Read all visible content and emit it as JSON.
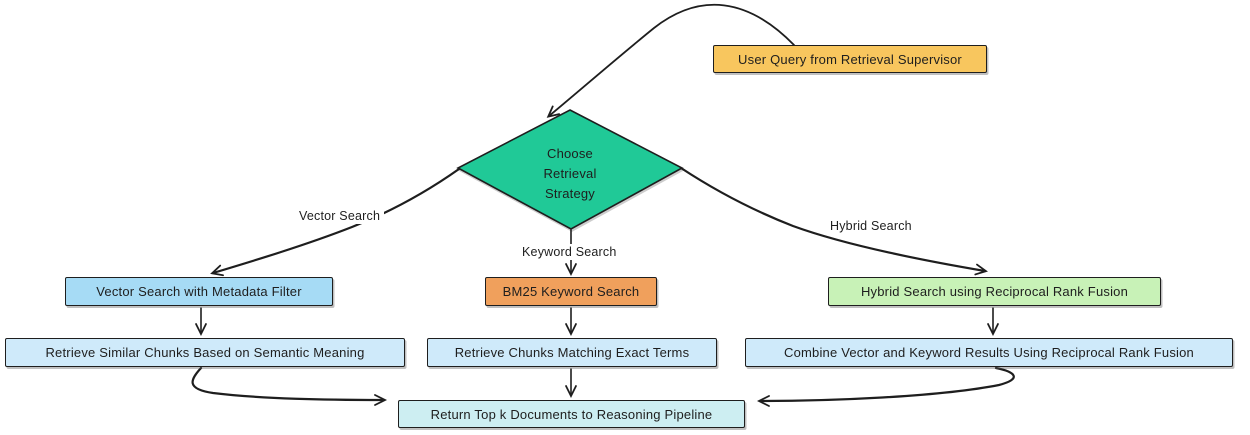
{
  "diagram": {
    "background": "#ffffff",
    "stroke_color": "#1e1e1e",
    "nodes": {
      "user_query": {
        "label": "User Query from Retrieval Supervisor",
        "fill": "#f8c65e"
      },
      "decision": {
        "label": "Choose Retrieval Strategy",
        "fill": "#20c997"
      },
      "vector_search": {
        "label": "Vector Search with Metadata Filter",
        "fill": "#a6dbf5"
      },
      "bm25": {
        "label": "BM25 Keyword Search",
        "fill": "#f0a05c"
      },
      "hybrid": {
        "label": "Hybrid Search using Reciprocal Rank Fusion",
        "fill": "#c8f2b7"
      },
      "retrieve_semantic": {
        "label": "Retrieve Similar Chunks Based on Semantic Meaning",
        "fill": "#cfeafa"
      },
      "retrieve_exact": {
        "label": "Retrieve Chunks Matching Exact Terms",
        "fill": "#cfeafa"
      },
      "combine_rrf": {
        "label": "Combine Vector and Keyword Results Using Reciprocal Rank Fusion",
        "fill": "#cfeafa"
      },
      "return_topk": {
        "label": "Return Top k Documents to Reasoning Pipeline",
        "fill": "#cdeef2"
      }
    },
    "edge_labels": {
      "vector": "Vector Search",
      "keyword": "Keyword Search",
      "hybrid": "Hybrid Search"
    }
  }
}
